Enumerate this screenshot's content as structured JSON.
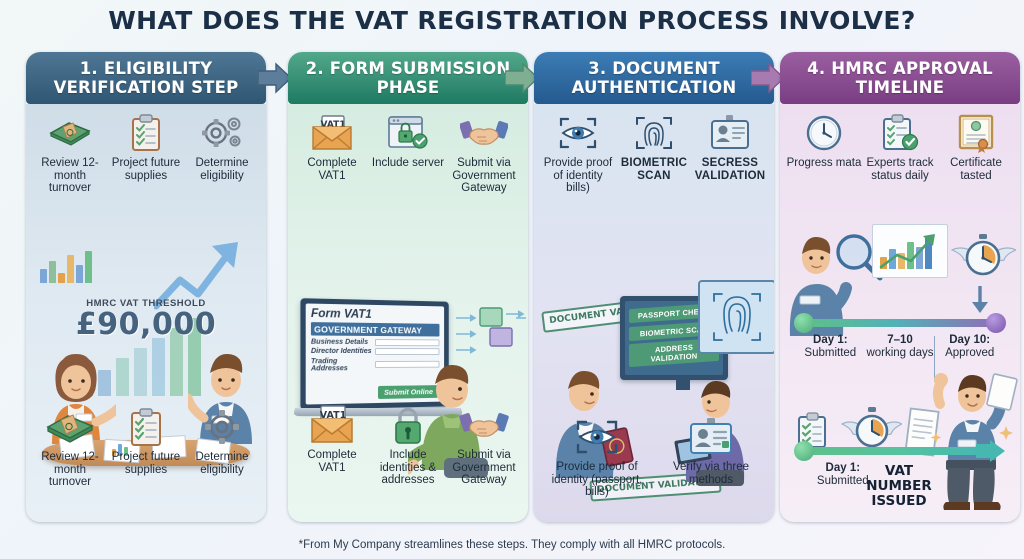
{
  "title": "WHAT DOES THE VAT REGISTRATION PROCESS INVOLVE?",
  "footer": "*From My Company streamlines these steps. They comply with all HMRC protocols.",
  "colors": {
    "step1": "#2f5773",
    "step2": "#1f7a63",
    "step3": "#245a8e",
    "step4": "#7a3d83",
    "accent_green": "#4e9a76",
    "accent_amber": "#e3a14a",
    "title": "#1b2f47"
  },
  "columns": [
    {
      "id": "eligibility",
      "number": "1.",
      "header": "1. ELIGIBILITY VERIFICATION STEP",
      "top_icons": [
        {
          "icon": "money-stack-icon",
          "label": "Review 12-month turnover"
        },
        {
          "icon": "clipboard-check-icon",
          "label": "Project future supplies"
        },
        {
          "icon": "gears-icon",
          "label": "Determine eligibility"
        }
      ],
      "threshold_label": "HMRC VAT THRESHOLD",
      "threshold_amount": "£90,000",
      "bottom_icons": [
        {
          "icon": "money-stack-icon",
          "label": "Review 12-month turnover"
        },
        {
          "icon": "clipboard-check-icon",
          "label": "Project future supplies"
        },
        {
          "icon": "gears-icon",
          "label": "Determine eligibility"
        }
      ]
    },
    {
      "id": "form-submission",
      "number": "2.",
      "header": "2. FORM SUBMISSION PHASE",
      "top_icons": [
        {
          "icon": "envelope-vat1-icon",
          "label": "Complete VAT1"
        },
        {
          "icon": "browser-lock-icon",
          "label": "Include server"
        },
        {
          "icon": "handshake-icon",
          "label": "Submit via Government Gateway"
        }
      ],
      "laptop": {
        "form_title": "Form VAT1",
        "gateway_banner": "GOVERNMENT GATEWAY",
        "fields": [
          "Business Details",
          "Director Identities",
          "Trading Addresses"
        ],
        "submit_button": "Submit Online"
      },
      "bottom_icons": [
        {
          "icon": "envelope-vat1-icon",
          "label": "Complete VAT1"
        },
        {
          "icon": "padlock-icon",
          "label": "Include identities & addresses"
        },
        {
          "icon": "handshake-icon",
          "label": "Submit via Government Gateway"
        }
      ]
    },
    {
      "id": "document-authentication",
      "number": "3.",
      "header": "3. DOCUMENT AUTHENTICATION",
      "top_icons": [
        {
          "icon": "eye-scan-icon",
          "label": "Provide proof of identity bills)"
        },
        {
          "icon": "fingerprint-icon",
          "label": "BIOMETRIC SCAN"
        },
        {
          "icon": "id-card-icon",
          "label": "SECRESS VALIDATION"
        }
      ],
      "stamps": [
        "DOCUMENT VALIDATED",
        "DOCUMENT VALIDATED"
      ],
      "monitor_bars": [
        "PASSPORT CHECK",
        "BIOMETRIC SCAN",
        "ADDRESS VALIDATION"
      ],
      "bottom_icons": [
        {
          "icon": "eye-scan-icon",
          "label": "Provide proof of identity (passport, bills)"
        },
        {
          "icon": "id-card-icon",
          "label": "Verify via three methods"
        }
      ]
    },
    {
      "id": "hmrc-approval",
      "number": "4.",
      "header": "4. HMRC APPROVAL TIMELINE",
      "top_icons": [
        {
          "icon": "clock-icon",
          "label": "Progress mata"
        },
        {
          "icon": "clipboard-check-icon",
          "label": "Experts track status daily"
        },
        {
          "icon": "certificate-icon",
          "label": "Certificate tasted"
        }
      ],
      "timeline_top": {
        "start_bold": "Day 1:",
        "start_sub": "Submitted",
        "middle_bold": "7–10",
        "middle_sub": "working days",
        "end_bold": "Day 10:",
        "end_sub": "Approved"
      },
      "timeline_bottom": {
        "start_bold": "Day 1:",
        "start_sub": "Submitted",
        "result": "VAT NUMBER ISSUED"
      }
    }
  ]
}
